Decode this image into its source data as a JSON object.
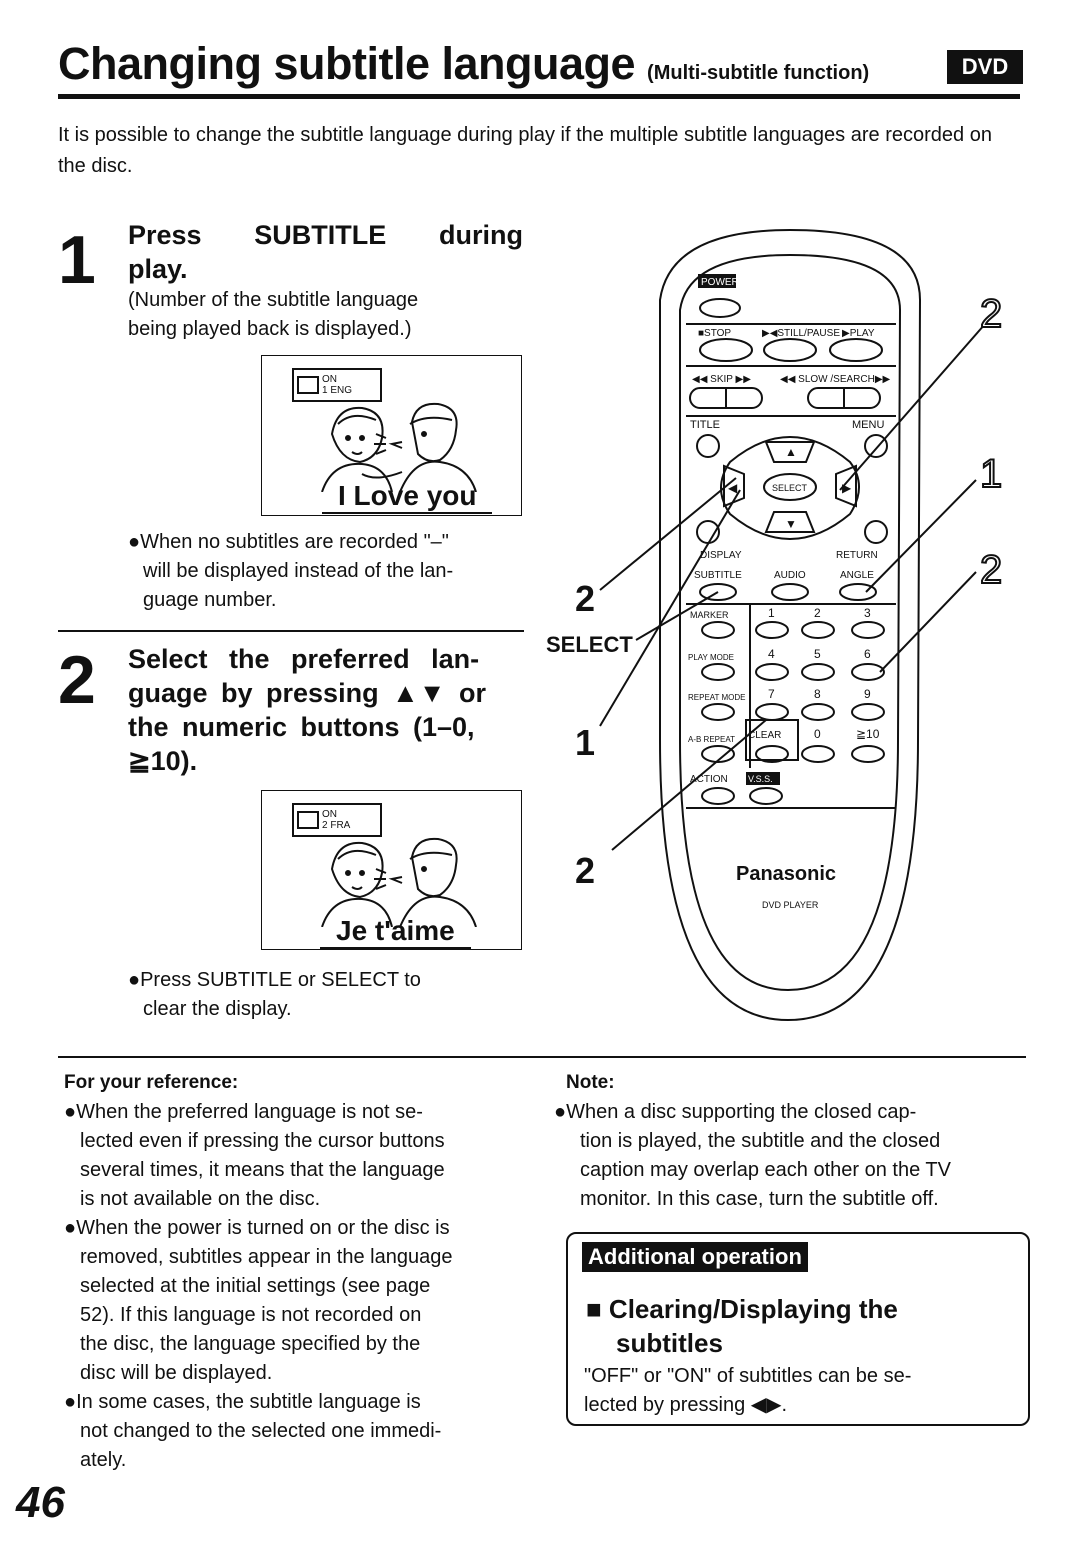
{
  "header": {
    "title": "Changing subtitle language",
    "subtitle": "(Multi-subtitle function)",
    "badge": "DVD"
  },
  "intro": "It is possible to change the subtitle language during play if the multiple subtitle languages are recorded on the disc.",
  "step1": {
    "number": "1",
    "heading_line1": "Press SUBTITLE during",
    "heading_line2": "play.",
    "note_line1": "(Number of the subtitle language",
    "note_line2": "being played back is displayed.)",
    "screen": {
      "osd_on": "ON",
      "osd_lang": "1 ENG",
      "caption": "I Love you"
    },
    "bullet_line1": "●When no subtitles are recorded \"–\"",
    "bullet_line2": "will be displayed instead of the lan-",
    "bullet_line3": "guage number."
  },
  "step2": {
    "number": "2",
    "heading_line1": "Select the preferred lan-",
    "heading_line2": "guage by pressing ▲▼ or",
    "heading_line3": "the numeric buttons (1–0,",
    "heading_line4": "≧10).",
    "screen": {
      "osd_on": "ON",
      "osd_lang": "2 FRA",
      "caption": "Je t'aime"
    },
    "bullet_line1": "●Press SUBTITLE or SELECT to",
    "bullet_line2": "clear the display."
  },
  "remote": {
    "callouts": {
      "two_a": "2",
      "select_num": "2",
      "select_label": "SELECT",
      "one_left": "1",
      "two_left": "2",
      "one_right": "1",
      "two_right": "2"
    },
    "power": "POWER",
    "stop": "■STOP",
    "still_pause": "▶◀STILL/PAUSE",
    "play": "▶PLAY",
    "skip": "◀◀ SKIP ▶▶",
    "slow_search": "◀◀ SLOW /SEARCH▶▶",
    "title_btn": "TITLE",
    "menu_btn": "MENU",
    "up": "▲",
    "down": "▼",
    "left": "◀",
    "right": "▶",
    "select_btn": "SELECT",
    "display": "DISPLAY",
    "return": "RETURN",
    "subtitle": "SUBTITLE",
    "audio": "AUDIO",
    "angle": "ANGLE",
    "marker": "MARKER",
    "play_mode": "PLAY MODE",
    "repeat_mode": "REPEAT MODE",
    "ab_repeat": "A-B REPEAT",
    "clear": "CLEAR",
    "action": "ACTION",
    "vss": "V.S.S.",
    "keys": [
      "1",
      "2",
      "3",
      "4",
      "5",
      "6",
      "7",
      "8",
      "9",
      "0",
      "≧10"
    ],
    "brand": "Panasonic",
    "model": "DVD PLAYER"
  },
  "reference": {
    "heading": "For your reference:",
    "bullets": [
      [
        "●When the preferred language is not se-",
        "lected even if pressing the cursor buttons",
        "several times, it means that the language",
        "is not available on the disc."
      ],
      [
        "●When the power is turned on or the disc is",
        "removed, subtitles appear in the language",
        "selected at the initial settings (see page",
        "52). If this language is not recorded on",
        "the disc, the language specified by the",
        "disc will be displayed."
      ],
      [
        "●In some cases, the subtitle language is",
        "not changed to the selected one immedi-",
        "ately."
      ]
    ]
  },
  "note": {
    "heading": "Note:",
    "lines": [
      "●When a disc supporting the closed cap-",
      "tion is played, the subtitle and the closed",
      "caption may overlap each other on the TV",
      "monitor. In this case, turn the subtitle off."
    ]
  },
  "additional": {
    "tag": "Additional operation",
    "heading_line1": "■ Clearing/Displaying the",
    "heading_line2": "subtitles",
    "body_line1": "\"OFF\" or \"ON\" of subtitles can be se-",
    "body_line2": "lected by pressing ◀▶."
  },
  "page_number": "46"
}
